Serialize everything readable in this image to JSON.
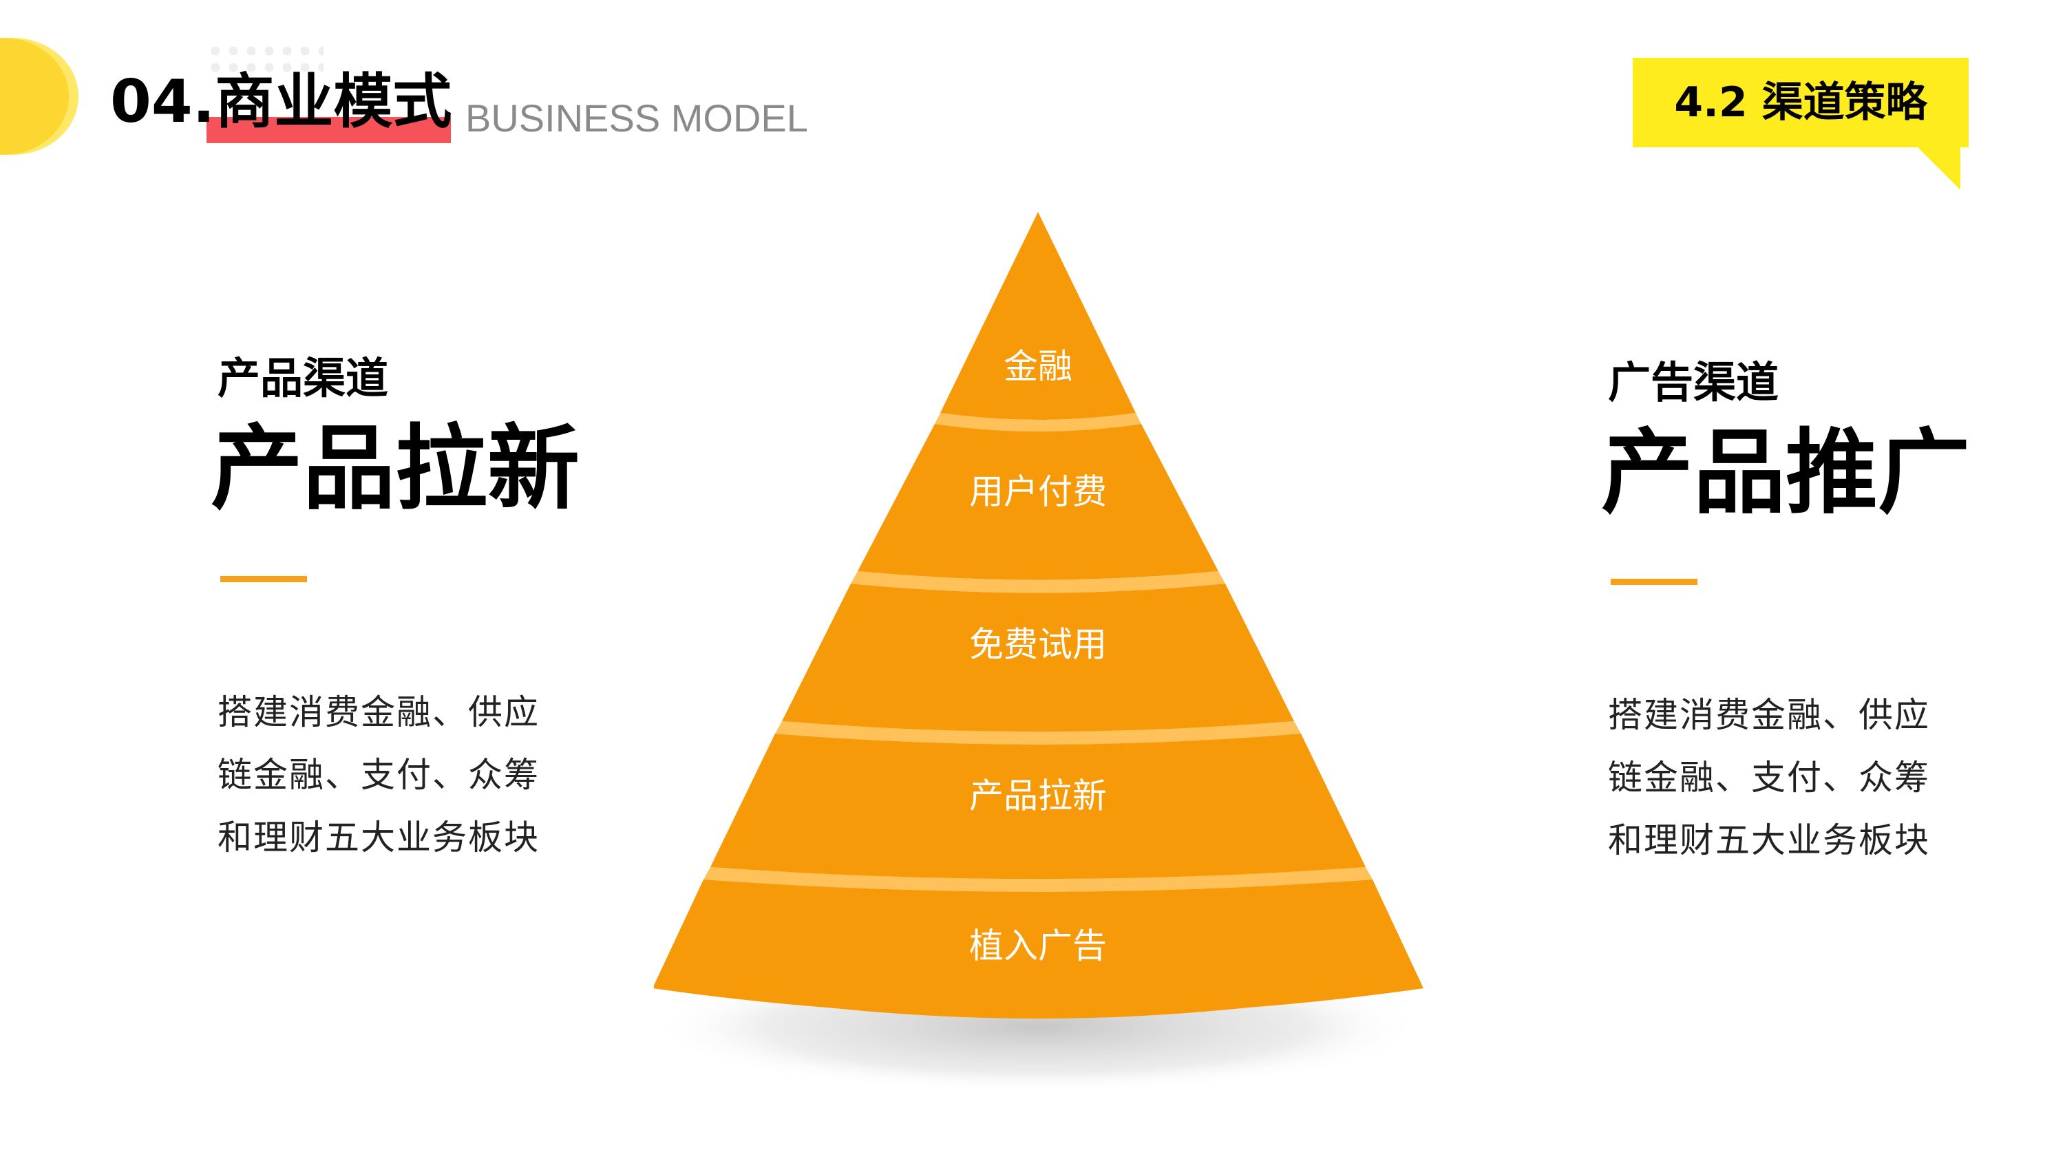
{
  "header": {
    "number": "04.",
    "title": "商业模式",
    "subtitle": "BUSINESS MODEL"
  },
  "section_tag": "4.2 渠道策略",
  "left": {
    "subtitle": "产品渠道",
    "title": "产品拉新",
    "lines": [
      "搭建消费金融、供应",
      "链金融、支付、众筹",
      "和理财五大业务板块"
    ]
  },
  "right": {
    "subtitle": "广告渠道",
    "title": "产品推广",
    "lines": [
      "搭建消费金融、供应",
      "链金融、支付、众筹",
      "和理财五大业务板块"
    ]
  },
  "pyramid": {
    "layers": [
      "金融",
      "用户付费",
      "免费试用",
      "产品拉新",
      "植入广告"
    ]
  },
  "colors": {
    "accent_orange": "#F79A0A",
    "separator_orange": "#FFC15A",
    "highlight_red": "#F5525A",
    "tag_yellow": "#FFEC1F",
    "circle_yellow": "#FCD631"
  }
}
